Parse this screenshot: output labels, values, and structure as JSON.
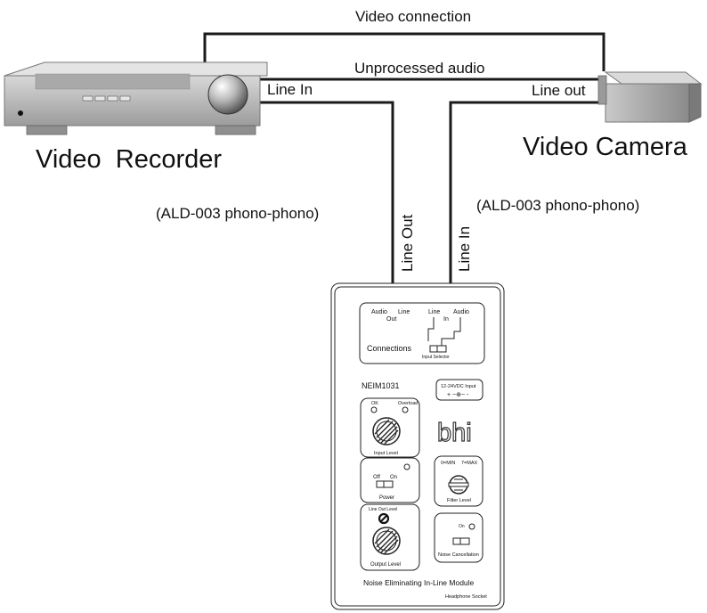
{
  "labels": {
    "video_connection": "Video connection",
    "unprocessed_audio": "Unprocessed audio",
    "line_in_recorder": "Line In",
    "line_out_camera": "Line out",
    "video_recorder": "Video  Recorder",
    "video_camera": "Video Camera",
    "cable_left": "(ALD-003 phono-phono)",
    "cable_right": "(ALD-003 phono-phono)",
    "wire_line_out": "Line Out",
    "wire_line_in": "Line In"
  },
  "module": {
    "connections": {
      "audio_out_top": "Audio",
      "audio_out_line": "Line",
      "audio_out_bottom": "Out",
      "line_in_top": "Line",
      "line_in_audio": "Audio",
      "line_in_bottom": "In",
      "title": "Connections",
      "selector": "Input Selector"
    },
    "model": "NEIM1031",
    "dc_input": "12-24VDC Input",
    "dc_polarity": "+ −⊕− -",
    "brand": "bhi",
    "input_level": {
      "ok": "OK",
      "overload": "Overload",
      "label": "Input Level"
    },
    "power": {
      "off": "Off",
      "on": "On",
      "label": "Power"
    },
    "filter": {
      "min": "0=MIN",
      "max": "7=MAX",
      "label": "Filter Level"
    },
    "output_level": {
      "line_out_level": "Line Out Level",
      "label": "Output Level"
    },
    "noise": {
      "on": "On",
      "label": "Noise Cancellation"
    },
    "footer_title": "Noise Eliminating In-Line Module",
    "footer_socket": "Headphone Socket"
  },
  "colors": {
    "wire": "#1a1a1a",
    "device_body": "#b9b9b9",
    "device_shadow": "#8f8f8f"
  }
}
